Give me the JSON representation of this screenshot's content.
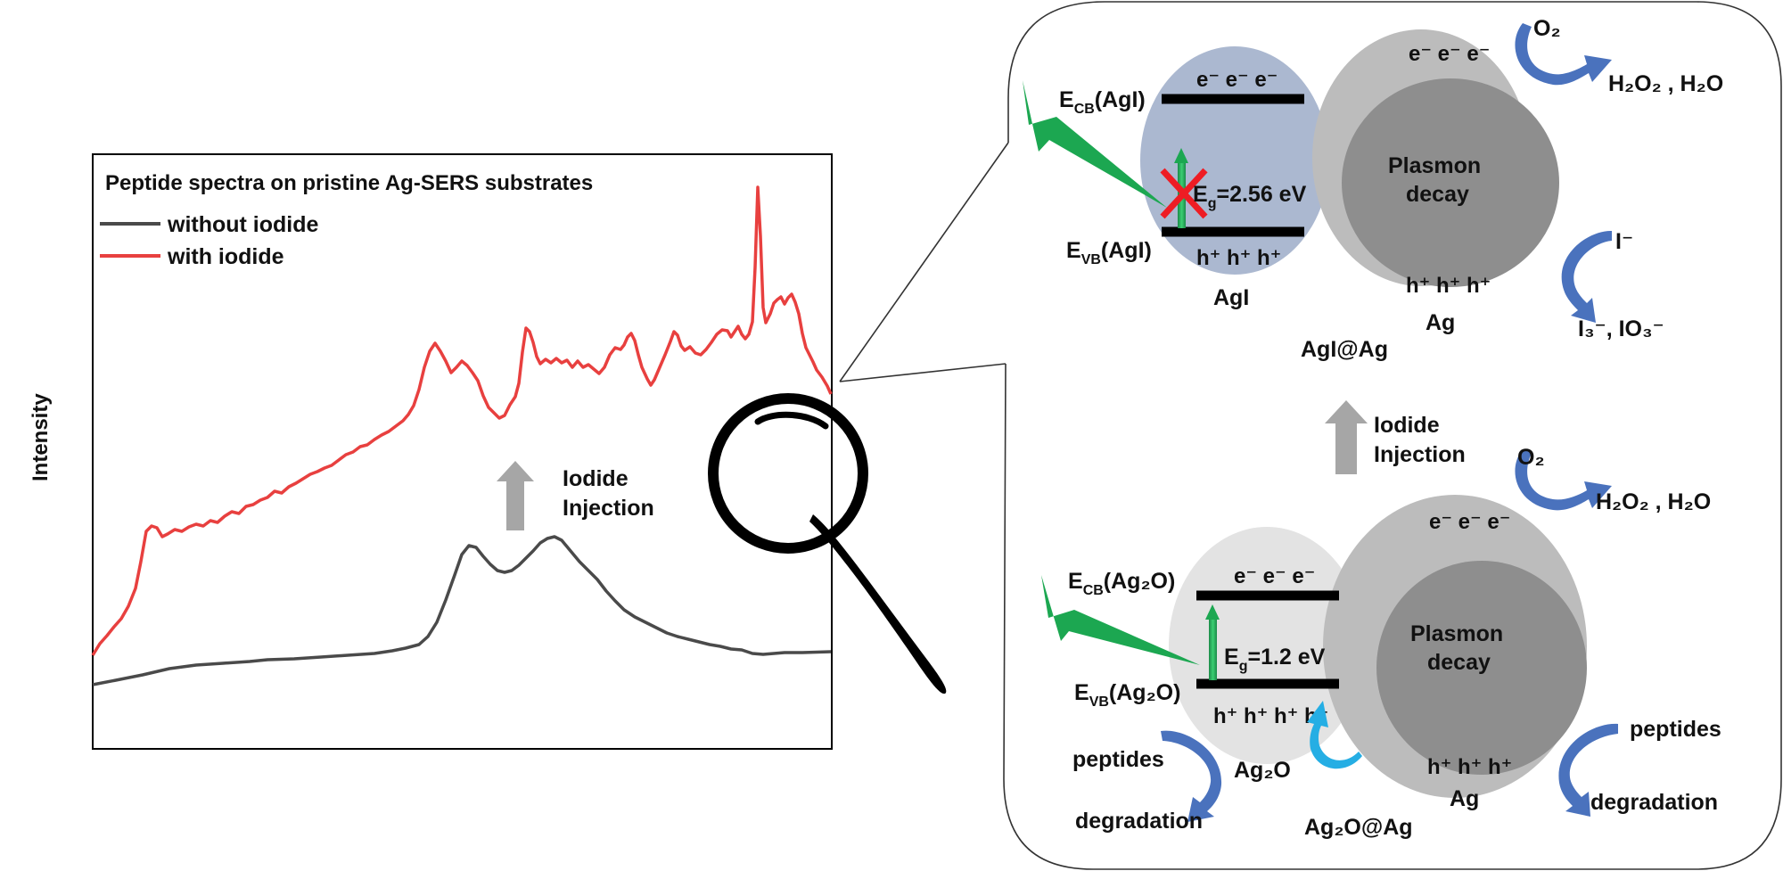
{
  "spectrum": {
    "title": "Peptide spectra on pristine Ag-SERS substrates",
    "ylabel": "Intensity",
    "legend": [
      {
        "label": "without iodide",
        "color": "#4a4a4a"
      },
      {
        "label": "with iodide",
        "color": "#e8403f"
      }
    ],
    "arrow_label_line1": "Iodide",
    "arrow_label_line2": "Injection"
  },
  "agi_panel": {
    "electrons": "e⁻ e⁻ e⁻",
    "holes": "h⁺ h⁺ h⁺",
    "ecb_label": "E",
    "ecb_sub": "CB",
    "ecb_tail": "(AgI)",
    "evb_label": "E",
    "evb_sub": "VB",
    "evb_tail": "(AgI)",
    "eg_label": "E",
    "eg_sub": "g",
    "eg_tail": "=2.56 eV",
    "semiconductor": "AgI",
    "metal": "Ag",
    "plasmon_line1": "Plasmon",
    "plasmon_line2": "decay",
    "plasmon_electrons": "e⁻ e⁻ e⁻",
    "plasmon_holes": "h⁺ h⁺ h⁺",
    "composite": "AgI@Ag",
    "o2": "O₂",
    "products": "H₂O₂ , H₂O",
    "iodide_in": "I⁻",
    "iodide_out": "I₃⁻, IO₃⁻"
  },
  "middle_arrow": {
    "line1": "Iodide",
    "line2": "Injection"
  },
  "ag2o_panel": {
    "electrons": "e⁻ e⁻ e⁻",
    "holes": "h⁺ h⁺ h⁺ h⁺",
    "ecb_label": "E",
    "ecb_sub": "CB",
    "ecb_tail": "(Ag₂O)",
    "evb_label": "E",
    "evb_sub": "VB",
    "evb_tail": "(Ag₂O)",
    "eg_label": "E",
    "eg_sub": "g",
    "eg_tail": "=1.2 eV",
    "semiconductor": "Ag₂O",
    "metal": "Ag",
    "plasmon_line1": "Plasmon",
    "plasmon_line2": "decay",
    "plasmon_electrons": "e⁻ e⁻ e⁻",
    "plasmon_holes": "h⁺ h⁺ h⁺",
    "composite": "Ag₂O@Ag",
    "o2": "O₂",
    "products": "H₂O₂ , H₂O",
    "peptides_left": "peptides",
    "degradation_left": "degradation",
    "peptides_right": "peptides",
    "degradation_right": "degradation"
  },
  "colors": {
    "agi_particle": "#abb8d0",
    "ag2o_particle": "#e3e3e3",
    "ag_outer": "#bcbcbc",
    "ag_inner": "#8e8e8e",
    "light_bolt": "#1ca751",
    "blue_arrow": "#4a72bd",
    "cyan_arrow": "#25aee4",
    "grey_arrow": "#a6a6a6",
    "red_cross": "#ee1c24"
  }
}
